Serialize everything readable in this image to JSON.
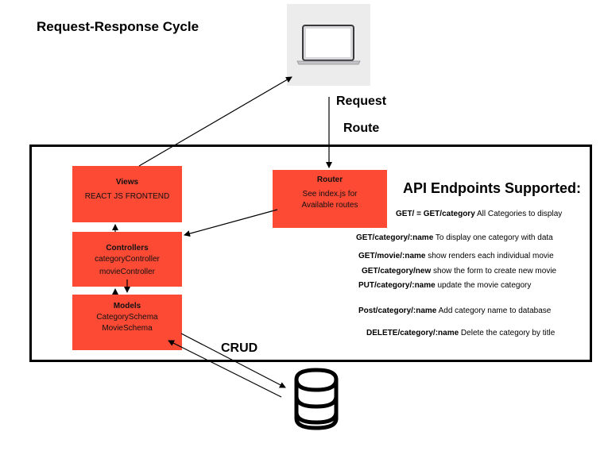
{
  "title": "Request-Response Cycle",
  "icons": {
    "laptop": "laptop-icon",
    "database": "database-icon"
  },
  "colors": {
    "box_fill": "#fd4a35",
    "laptop_bg": "#ececec"
  },
  "labels": {
    "request": "Request",
    "route": "Route",
    "crud": "CRUD"
  },
  "boxes": {
    "views": {
      "title": "Views",
      "line1": "REACT JS FRONTEND"
    },
    "router": {
      "title": "Router",
      "line1": "See index.js for",
      "line2": "Available routes"
    },
    "controllers": {
      "title": "Controllers",
      "line1": "categoryController",
      "line2": "movieController"
    },
    "models": {
      "title": "Models",
      "line1": "CategorySchema",
      "line2": "MovieSchema"
    }
  },
  "api": {
    "title": "API Endpoints Supported:",
    "endpoints": [
      {
        "route": "GET/ = GET/category",
        "desc": " All Categories to display"
      },
      {
        "route": "GET/category/:name",
        "desc": " To display one category with data"
      },
      {
        "route": "GET/movie/:name",
        "desc": " show renders each individual movie"
      },
      {
        "route": "GET/category/new",
        "desc": " show the form to create new movie"
      },
      {
        "route": "PUT/category/:name",
        "desc": "  update the movie category"
      },
      {
        "route": "Post/category/:name",
        "desc": "  Add category name to database"
      },
      {
        "route": "DELETE/category/:name",
        "desc": "  Delete the category by title"
      }
    ]
  }
}
